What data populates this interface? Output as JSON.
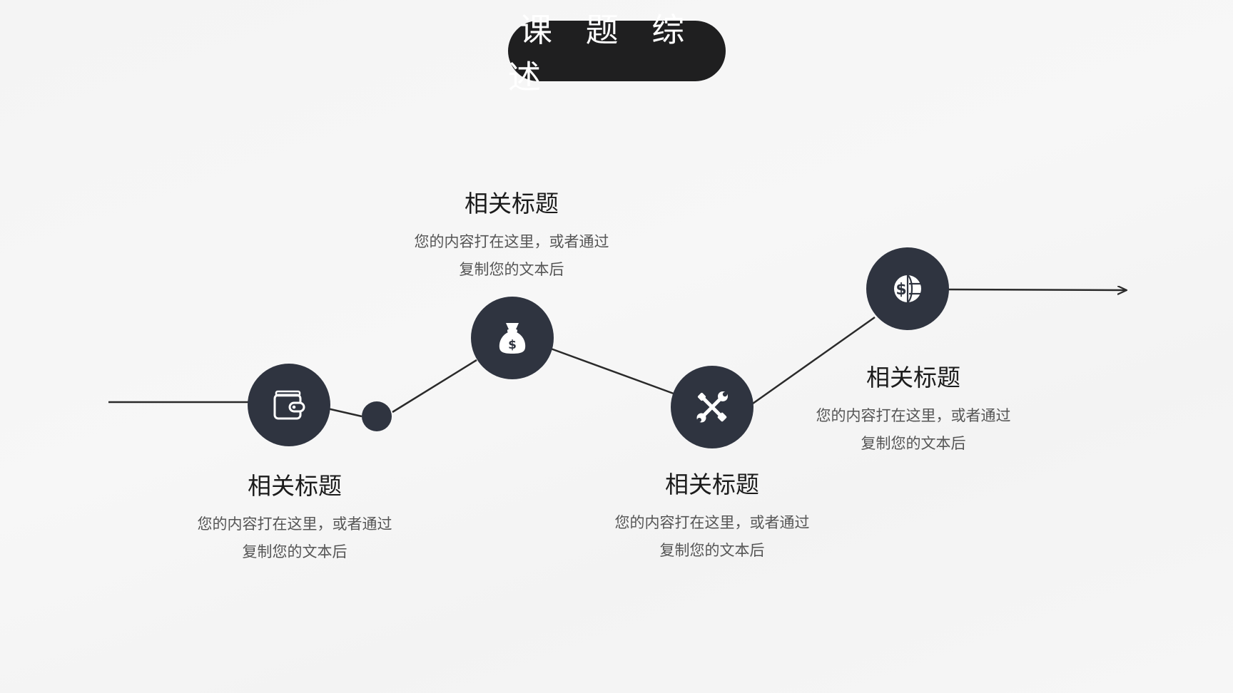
{
  "slide": {
    "title": "课 题 综 述"
  },
  "steps": [
    {
      "heading": "相关标题",
      "desc_line1": "您的内容打在这里，或者通过",
      "desc_line2": "复制您的文本后",
      "icon": "wallet-icon"
    },
    {
      "heading": "相关标题",
      "desc_line1": "您的内容打在这里，或者通过",
      "desc_line2": "复制您的文本后",
      "icon": "money-bag-icon"
    },
    {
      "heading": "相关标题",
      "desc_line1": "您的内容打在这里，或者通过",
      "desc_line2": "复制您的文本后",
      "icon": "tools-icon"
    },
    {
      "heading": "相关标题",
      "desc_line1": "您的内容打在这里，或者通过",
      "desc_line2": "复制您的文本后",
      "icon": "globe-dollar-icon"
    }
  ],
  "colors": {
    "node": "#2f3440",
    "line": "#2a2a2a",
    "title_bg": "#1f1f20"
  }
}
